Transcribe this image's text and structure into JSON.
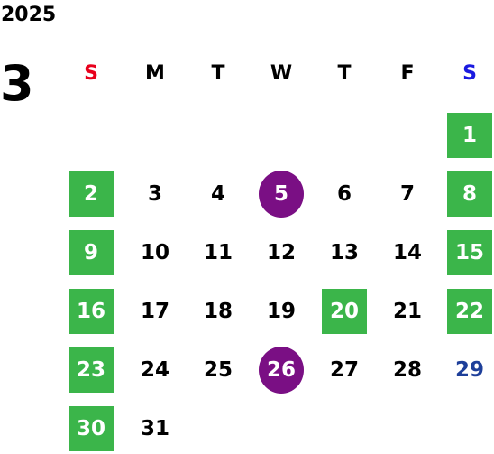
{
  "calendar": {
    "year": "2025",
    "month": "3",
    "weekdays": [
      {
        "label": "S",
        "color": "#e8001c"
      },
      {
        "label": "M",
        "color": "#000000"
      },
      {
        "label": "T",
        "color": "#000000"
      },
      {
        "label": "W",
        "color": "#000000"
      },
      {
        "label": "T",
        "color": "#000000"
      },
      {
        "label": "F",
        "color": "#000000"
      },
      {
        "label": "S",
        "color": "#1a1ae0"
      }
    ],
    "days": [
      {
        "day": "1",
        "col": 6,
        "row": 0,
        "style": "green"
      },
      {
        "day": "2",
        "col": 0,
        "row": 1,
        "style": "green"
      },
      {
        "day": "3",
        "col": 1,
        "row": 1,
        "style": "plain"
      },
      {
        "day": "4",
        "col": 2,
        "row": 1,
        "style": "plain"
      },
      {
        "day": "5",
        "col": 3,
        "row": 1,
        "style": "circle"
      },
      {
        "day": "6",
        "col": 4,
        "row": 1,
        "style": "plain"
      },
      {
        "day": "7",
        "col": 5,
        "row": 1,
        "style": "plain"
      },
      {
        "day": "8",
        "col": 6,
        "row": 1,
        "style": "green"
      },
      {
        "day": "9",
        "col": 0,
        "row": 2,
        "style": "green"
      },
      {
        "day": "10",
        "col": 1,
        "row": 2,
        "style": "plain"
      },
      {
        "day": "11",
        "col": 2,
        "row": 2,
        "style": "plain"
      },
      {
        "day": "12",
        "col": 3,
        "row": 2,
        "style": "plain"
      },
      {
        "day": "13",
        "col": 4,
        "row": 2,
        "style": "plain"
      },
      {
        "day": "14",
        "col": 5,
        "row": 2,
        "style": "plain"
      },
      {
        "day": "15",
        "col": 6,
        "row": 2,
        "style": "green"
      },
      {
        "day": "16",
        "col": 0,
        "row": 3,
        "style": "green"
      },
      {
        "day": "17",
        "col": 1,
        "row": 3,
        "style": "plain"
      },
      {
        "day": "18",
        "col": 2,
        "row": 3,
        "style": "plain"
      },
      {
        "day": "19",
        "col": 3,
        "row": 3,
        "style": "plain"
      },
      {
        "day": "20",
        "col": 4,
        "row": 3,
        "style": "green"
      },
      {
        "day": "21",
        "col": 5,
        "row": 3,
        "style": "plain"
      },
      {
        "day": "22",
        "col": 6,
        "row": 3,
        "style": "green"
      },
      {
        "day": "23",
        "col": 0,
        "row": 4,
        "style": "green"
      },
      {
        "day": "24",
        "col": 1,
        "row": 4,
        "style": "plain"
      },
      {
        "day": "25",
        "col": 2,
        "row": 4,
        "style": "plain"
      },
      {
        "day": "26",
        "col": 3,
        "row": 4,
        "style": "circle"
      },
      {
        "day": "27",
        "col": 4,
        "row": 4,
        "style": "plain"
      },
      {
        "day": "28",
        "col": 5,
        "row": 4,
        "style": "plain"
      },
      {
        "day": "29",
        "col": 6,
        "row": 4,
        "style": "blue"
      },
      {
        "day": "30",
        "col": 0,
        "row": 5,
        "style": "green"
      },
      {
        "day": "31",
        "col": 1,
        "row": 5,
        "style": "plain"
      }
    ]
  }
}
